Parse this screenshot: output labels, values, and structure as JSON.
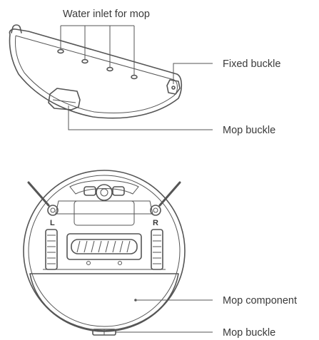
{
  "labels": {
    "water_inlet": "Water inlet for mop",
    "fixed_buckle": "Fixed buckle",
    "mop_buckle_top": "Mop buckle",
    "mop_component": "Mop component",
    "mop_buckle_bottom": "Mop buckle"
  },
  "robot_markings": {
    "left": "L",
    "right": "R"
  },
  "colors": {
    "line": "#555555",
    "text": "#3a3a3a"
  }
}
